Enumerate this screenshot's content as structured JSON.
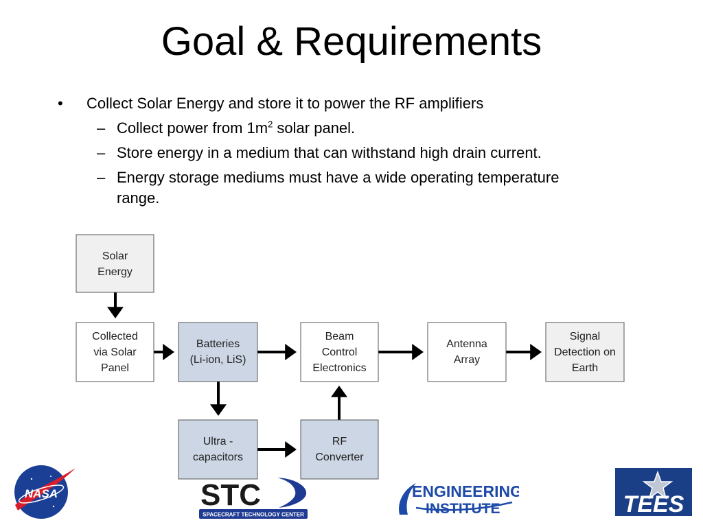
{
  "title": "Goal & Requirements",
  "bullets": {
    "main": "Collect Solar Energy and store it to power the RF amplifiers",
    "sub1_pre": "Collect power from 1m",
    "sub1_sup": "2",
    "sub1_post": " solar panel.",
    "sub2": "Store energy in a medium that can withstand high drain current.",
    "sub3_line1": "Energy storage mediums must have a wide operating temperature",
    "sub3_line2": "range."
  },
  "diagram": {
    "colors": {
      "gray_fill": "#f0f0f0",
      "blue_fill": "#ccd6e4",
      "white_fill": "#ffffff",
      "stroke": "#555555",
      "arrow": "#000000"
    },
    "nodes": {
      "solar": [
        "Solar",
        "Energy"
      ],
      "collected": [
        "Collected",
        "via Solar",
        "Panel"
      ],
      "batteries": [
        "Batteries",
        "(Li-ion, LiS)"
      ],
      "beam": [
        "Beam",
        "Control",
        "Electronics"
      ],
      "antenna": [
        "Antenna",
        "Array"
      ],
      "signal": [
        "Signal",
        "Detection on",
        "Earth"
      ],
      "ultra": [
        "Ultra -",
        "capacitors"
      ],
      "rf": [
        "RF",
        "Converter"
      ]
    }
  },
  "logos": {
    "nasa": "NASA",
    "stc_main": "STC",
    "stc_sub": "SPACECRAFT TECHNOLOGY CENTER",
    "ei_line1": "ENGINEERING",
    "ei_line2": "INSTITUTE",
    "tees": "TEES",
    "colors": {
      "nasa_blue": "#1a3f95",
      "nasa_red": "#d81e2a",
      "stc_blue": "#1f3a93",
      "ei_blue": "#1d4aa8",
      "tees_blue": "#1b3f86"
    }
  }
}
